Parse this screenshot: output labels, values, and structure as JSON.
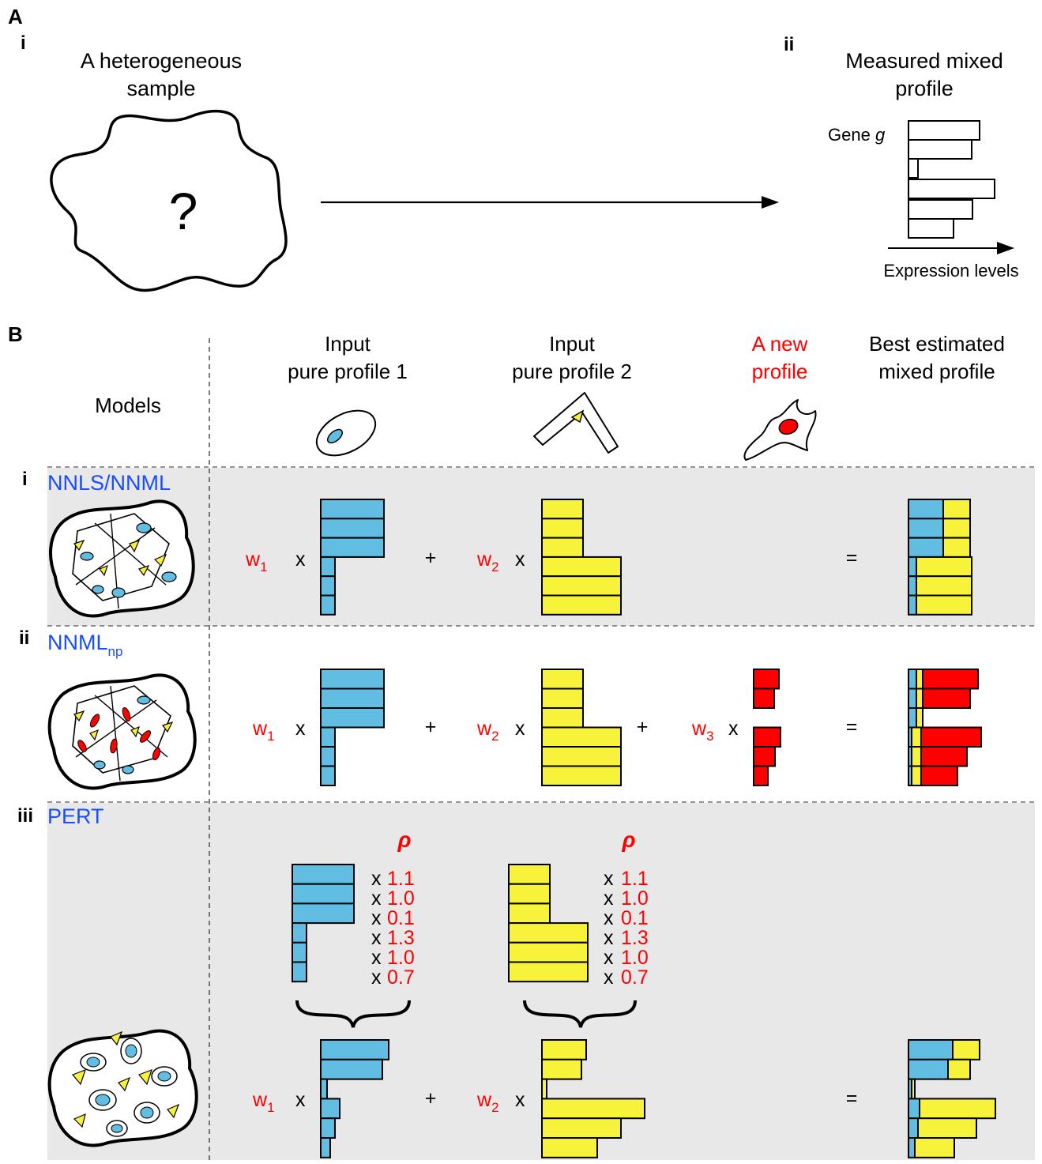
{
  "panel_a": {
    "letter": "A",
    "sub_i": "i",
    "sub_ii": "ii",
    "sample_line1": "A heterogeneous",
    "sample_line2": "sample",
    "question": "?",
    "measured_line1": "Measured mixed",
    "measured_line2": "profile",
    "gene_prefix": "Gene ",
    "gene_var": "g",
    "axis_label": "Expression levels"
  },
  "panel_b": {
    "letter": "B",
    "models_header": "Models",
    "col1_line1": "Input",
    "col1_line2": "pure profile 1",
    "col2_line1": "Input",
    "col2_line2": "pure profile 2",
    "col3_line1": "A new",
    "col3_line2": "profile",
    "col4_line1": "Best estimated",
    "col4_line2": "mixed profile",
    "rows": [
      {
        "numeral": "i",
        "model": "NNLS/NNML",
        "sub": ""
      },
      {
        "numeral": "ii",
        "model": "NNML",
        "sub": "np"
      },
      {
        "numeral": "iii",
        "model": "PERT",
        "sub": ""
      }
    ],
    "w1": "w",
    "w1_sub": "1",
    "w2": "w",
    "w2_sub": "2",
    "w3": "w",
    "w3_sub": "3",
    "times": "x",
    "plus": "+",
    "equals": "=",
    "rho": "ρ",
    "factors": [
      "1.1",
      "1.0",
      "0.1",
      "1.3",
      "1.0",
      "0.7"
    ]
  },
  "colors": {
    "blue_bar": "#62bde3",
    "yellow_bar": "#f7f23a",
    "red_bar": "#ff0000",
    "shade": "#e8e8e8",
    "label_red": "#ff0000",
    "label_blue": "#1a4dff"
  }
}
